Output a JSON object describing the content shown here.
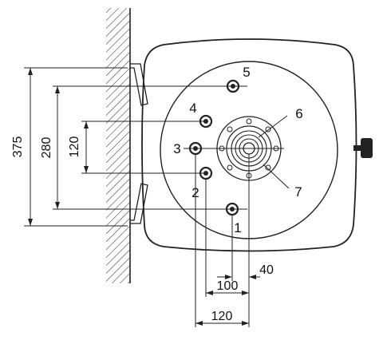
{
  "dimensions": {
    "vertical": [
      {
        "label": "375",
        "value": 375
      },
      {
        "label": "280",
        "value": 280
      },
      {
        "label": "120",
        "value": 120
      }
    ],
    "horizontal": [
      {
        "label": "40",
        "value": 40
      },
      {
        "label": "100",
        "value": 100
      },
      {
        "label": "120",
        "value": 120
      }
    ]
  },
  "connections": [
    {
      "label": "1"
    },
    {
      "label": "2"
    },
    {
      "label": "3"
    },
    {
      "label": "4"
    },
    {
      "label": "5"
    },
    {
      "label": "6"
    },
    {
      "label": "7"
    }
  ]
}
